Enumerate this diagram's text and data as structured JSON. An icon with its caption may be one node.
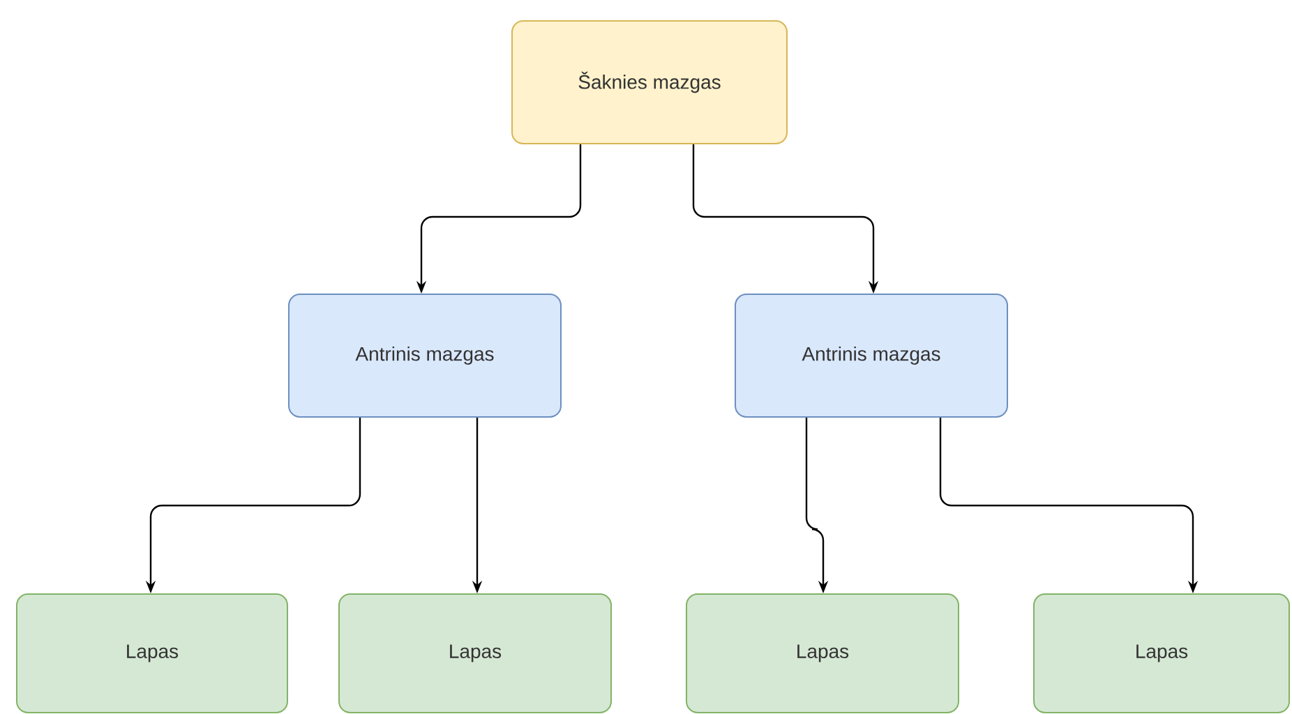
{
  "diagram": {
    "nodes": [
      {
        "text": [
          "Šaknies mazgas"
        ]
      },
      {
        "text": [
          "Antrinis mazgas"
        ]
      },
      {
        "text": [
          "Antrinis mazgas"
        ]
      },
      {
        "text": [
          "Lapas"
        ]
      },
      {
        "text": [
          "Lapas"
        ]
      },
      {
        "text": [
          "Lapas"
        ]
      },
      {
        "text": [
          "Lapas"
        ]
      }
    ],
    "edges": [
      {
        "from": 0,
        "to": 1,
        "arrow": "to"
      },
      {
        "from": 0,
        "to": 2,
        "arrow": "to"
      },
      {
        "from": 1,
        "to": 3,
        "arrow": "to"
      },
      {
        "from": 1,
        "to": 4,
        "arrow": "to"
      },
      {
        "from": 2,
        "to": 5,
        "arrow": "to"
      },
      {
        "from": 2,
        "to": 6,
        "arrow": "to"
      }
    ]
  }
}
